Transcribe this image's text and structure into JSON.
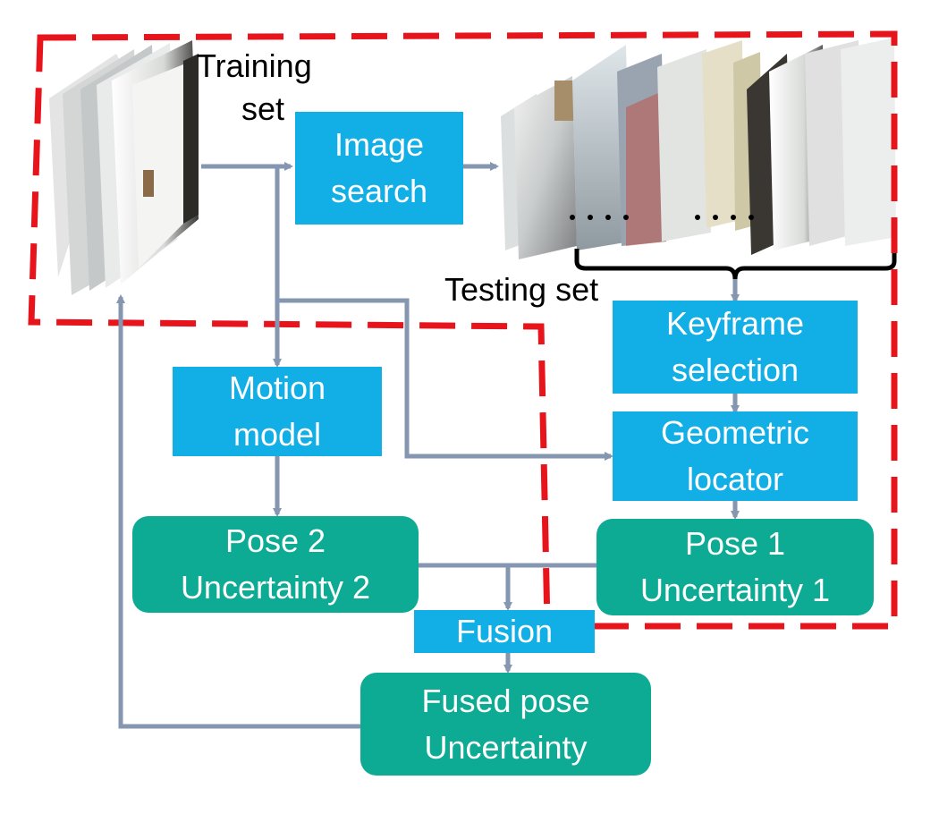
{
  "labels": {
    "training_line1": "Training",
    "training_line2": "set",
    "testing": "Testing set"
  },
  "boxes": {
    "image_search": [
      "Image",
      "search"
    ],
    "keyframe_selection": [
      "Keyframe",
      "selection"
    ],
    "geometric_locator": [
      "Geometric",
      "locator"
    ],
    "motion_model": [
      "Motion",
      "model"
    ],
    "pose2": [
      "Pose 2",
      "Uncertainty 2"
    ],
    "pose1": [
      "Pose 1",
      "Uncertainty 1"
    ],
    "fusion": "Fusion",
    "fused_pose": [
      "Fused pose",
      "Uncertainty"
    ]
  },
  "colors": {
    "process_box": "#12aee6",
    "result_box": "#0daa94",
    "arrow": "#8596b0",
    "dashed_region": "#e8141c"
  }
}
